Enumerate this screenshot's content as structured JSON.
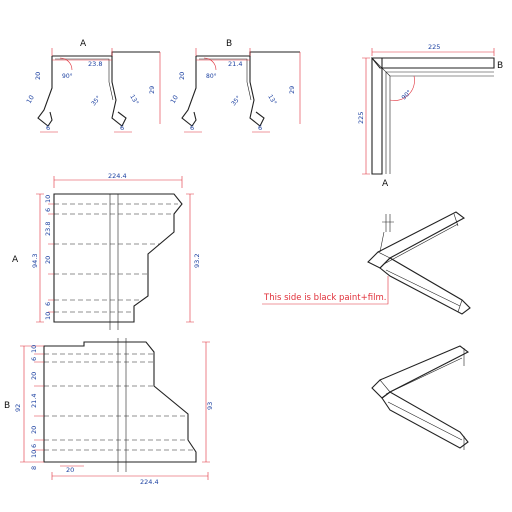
{
  "profile_a": {
    "label": "A",
    "dims": {
      "top": "23.8",
      "left": "20",
      "lip1": "10",
      "base": "6",
      "right": "6",
      "height": "29"
    },
    "angles": {
      "corner": "90°",
      "inner": "35°",
      "outer": "13°"
    }
  },
  "profile_b": {
    "label": "B",
    "dims": {
      "top": "21.4",
      "left": "20",
      "lip1": "10",
      "base": "6",
      "right": "6",
      "height": "29"
    },
    "angles": {
      "corner": "80°",
      "inner": "35°",
      "outer": "13°"
    }
  },
  "corner": {
    "width": "225",
    "height": "225",
    "angle": "90°",
    "label_a": "A",
    "label_b": "B"
  },
  "side_a": {
    "label": "A",
    "width": "224.4",
    "overall": "94.3",
    "right_height": "93.2",
    "segments": [
      "10",
      "6",
      "23.8",
      "20",
      "6",
      "10"
    ]
  },
  "side_b": {
    "label": "B",
    "width": "224.4",
    "overall": "92",
    "right_height": "93",
    "bottom_step": "20",
    "segments": [
      "10",
      "6",
      "20",
      "21.4",
      "20",
      "6",
      "10",
      "8"
    ]
  },
  "note": {
    "text": "This side is black paint+film."
  },
  "colors": {
    "dimension": "#1a3fa0",
    "leader": "#e0303a",
    "line": "#222222"
  }
}
